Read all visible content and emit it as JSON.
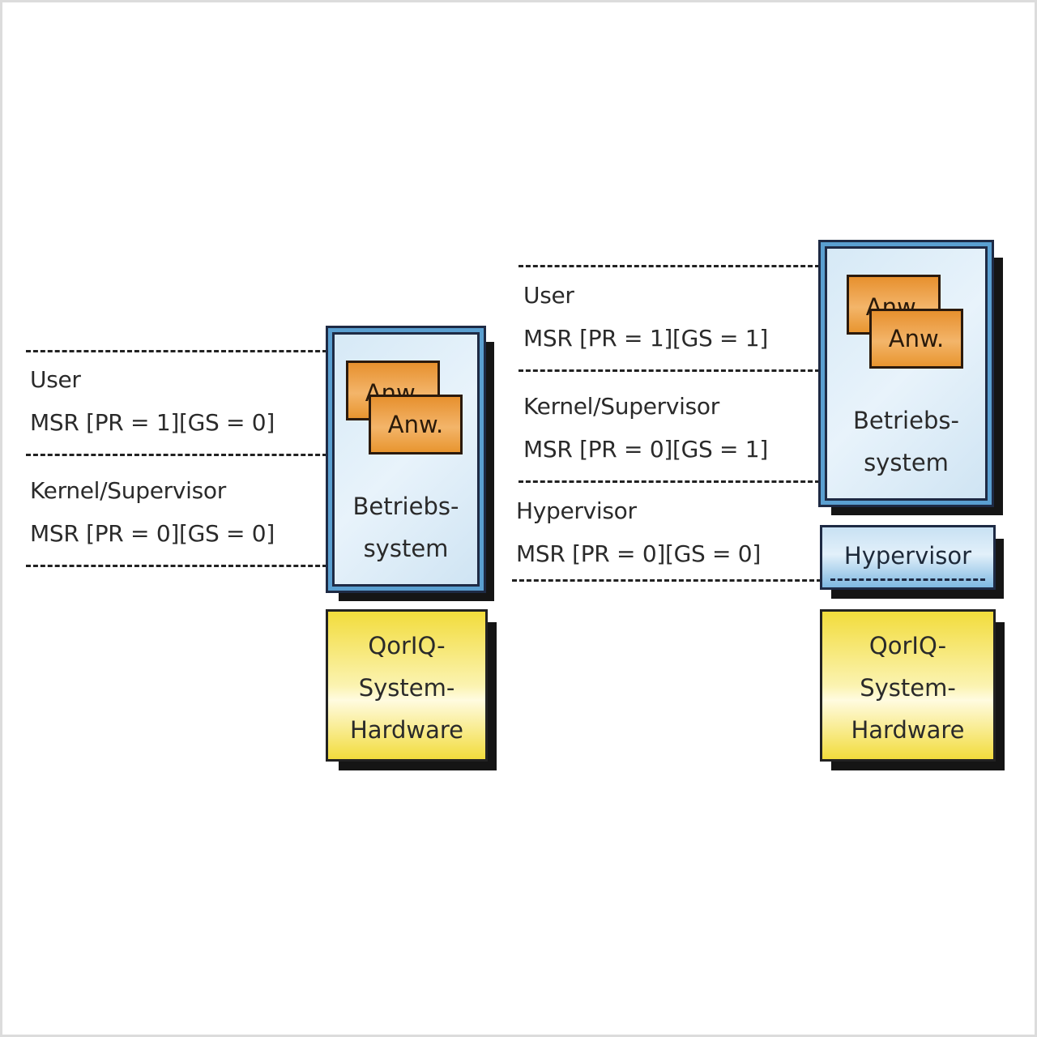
{
  "left_diagram": {
    "levels": [
      {
        "name": "User",
        "msr": "MSR [PR = 1][GS = 0]"
      },
      {
        "name": "Kernel/Supervisor",
        "msr": "MSR [PR = 0][GS = 0]"
      }
    ],
    "os_box": {
      "apps": [
        "Anw.",
        "Anw."
      ],
      "label_line1": "Betriebs-",
      "label_line2": "system"
    },
    "hardware": {
      "line1": "QorIQ-",
      "line2": "System-",
      "line3": "Hardware"
    }
  },
  "right_diagram": {
    "levels": [
      {
        "name": "User",
        "msr": "MSR [PR = 1][GS = 1]"
      },
      {
        "name": "Kernel/Supervisor",
        "msr": "MSR [PR = 0][GS = 1]"
      },
      {
        "name": "Hypervisor",
        "msr": "MSR [PR = 0][GS = 0]"
      }
    ],
    "os_box": {
      "apps": [
        "Anw.",
        "Anw."
      ],
      "label_line1": "Betriebs-",
      "label_line2": "system"
    },
    "hypervisor_box": "Hypervisor",
    "hardware": {
      "line1": "QorIQ-",
      "line2": "System-",
      "line3": "Hardware"
    }
  },
  "colors": {
    "os_fill": "#d6e9f6",
    "os_border": "#5a9fd0",
    "app_fill": "#e7902e",
    "hardware_fill": "#f2dc3c",
    "shadow": "#151515"
  }
}
